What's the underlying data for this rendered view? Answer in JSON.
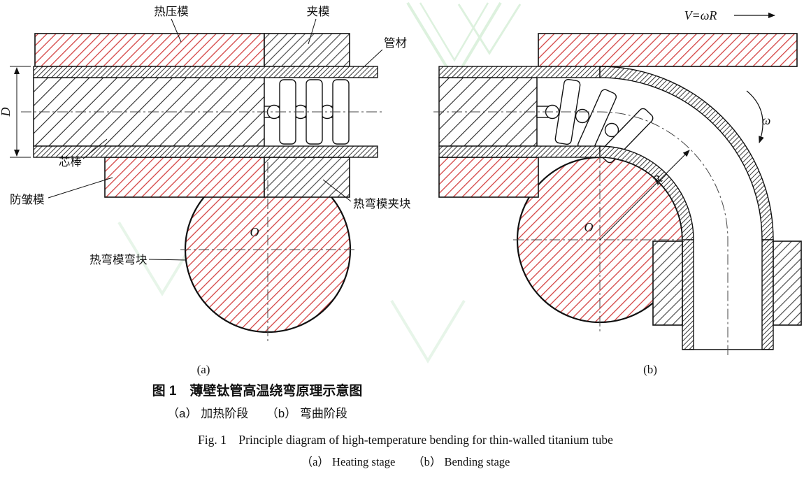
{
  "panel_a": {
    "label": "(a)",
    "annotations": {
      "hot_press_die": "热压模",
      "clamp_die": "夹模",
      "tube": "管材",
      "mandrel": "芯棒",
      "anti_wrinkle_die": "防皱模",
      "bend_die_clamp_block": "热弯模夹块",
      "bend_die_bend_block": "热弯模弯块",
      "diameter_dim": "D",
      "center_o": "O"
    }
  },
  "panel_b": {
    "label": "(b)",
    "annotations": {
      "velocity": "V=ωR",
      "angular_velocity": "ω",
      "bend_radius": "R",
      "center_o": "O"
    }
  },
  "caption": {
    "zh_main": "图 1　薄壁钛管高温绕弯原理示意图",
    "zh_sub": "（a） 加热阶段　　（b） 弯曲阶段",
    "en_main": "Fig. 1　Principle diagram of high-temperature bending for thin-walled titanium tube",
    "en_sub": "（a） Heating stage　　（b） Bending stage"
  },
  "colors": {
    "die_hatch_red": "#d03434",
    "steel_hatch_black": "#222222",
    "outline_black": "#111111",
    "watermark_green": "#c2e6c4",
    "background": "#ffffff"
  }
}
